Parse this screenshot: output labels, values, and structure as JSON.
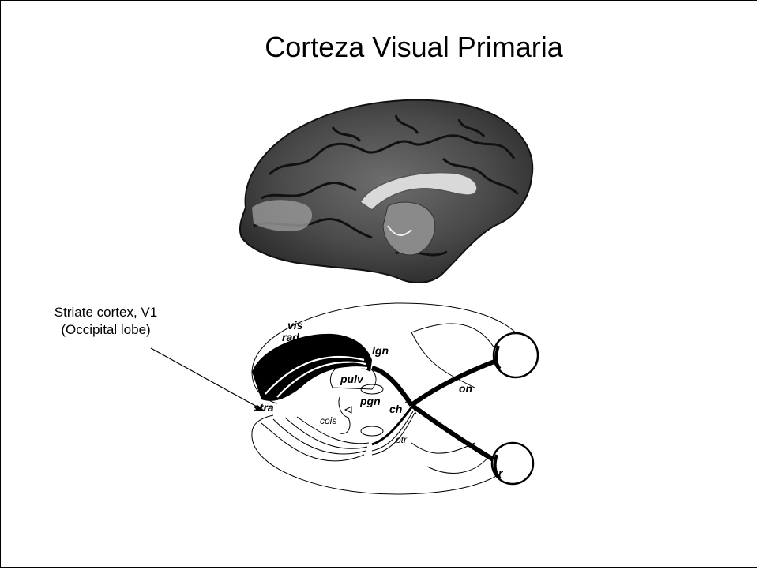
{
  "slide": {
    "title": "Corteza Visual Primaria"
  },
  "callout": {
    "line1": "Striate cortex, V1",
    "line2": "(Occipital lobe)"
  },
  "diagram_labels": {
    "vis": "vis",
    "rad": "rad",
    "lgn": "lgn",
    "pulv": "pulv",
    "pgn": "pgn",
    "stra": "stra",
    "ch": "ch",
    "on": "on",
    "cois": "cois",
    "otr": "otr",
    "r": "r"
  },
  "images": {
    "brain_photo": "brain-medial-view-photo",
    "pathway_diagram": "visual-pathway-diagram"
  }
}
